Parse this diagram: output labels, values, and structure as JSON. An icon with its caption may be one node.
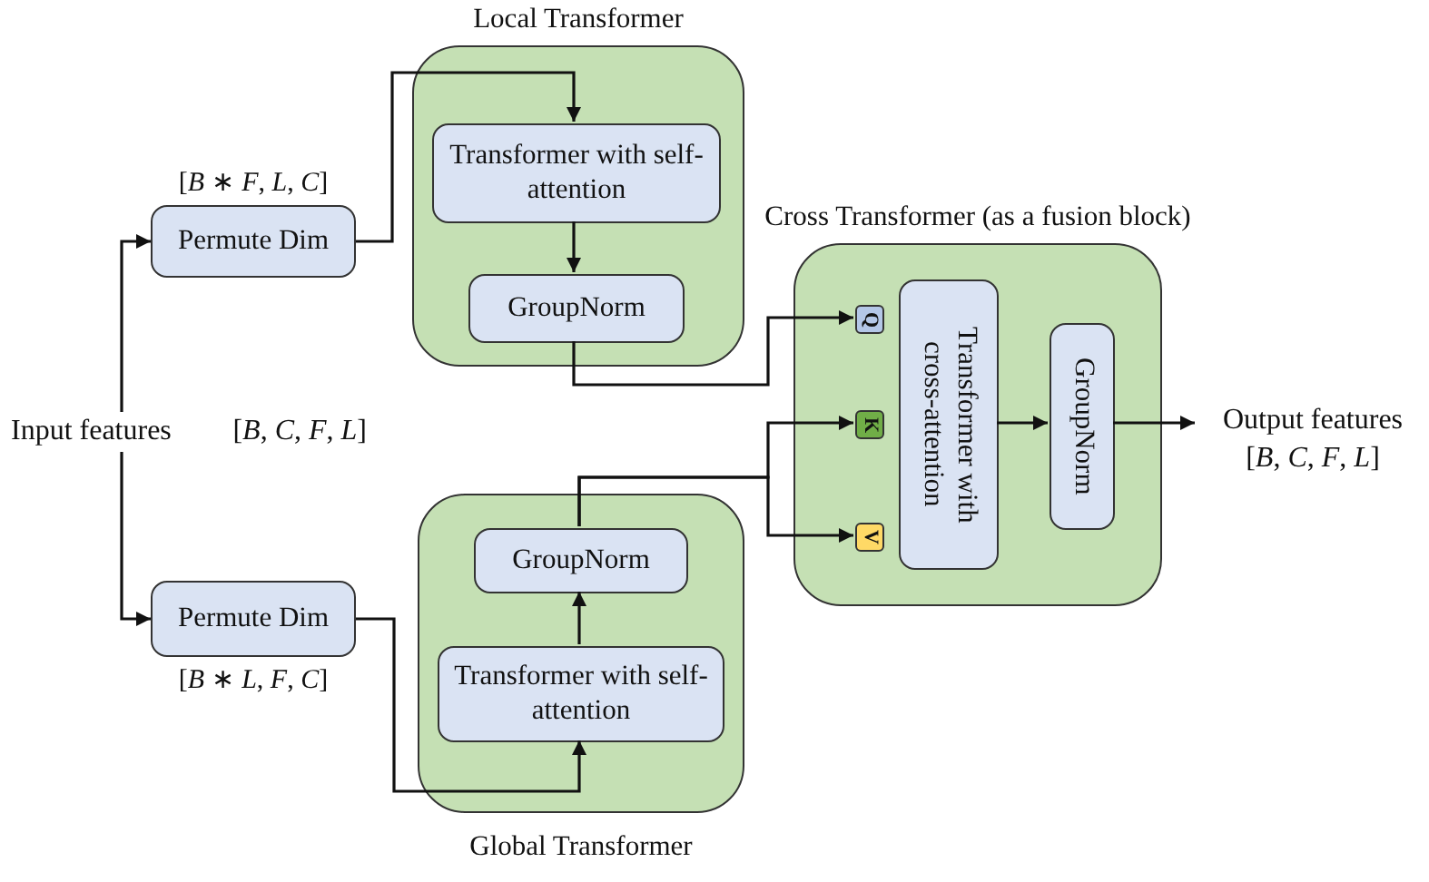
{
  "diagram": {
    "nodes": [
      {
        "text": [
          "Input features",
          "[*B*, *C*, *F*, *L*]"
        ]
      },
      {
        "text": [
          "Permute Dim"
        ],
        "beside": [
          "[*B* ∗ *F*, *L*, *C*]"
        ]
      },
      {
        "text": [
          "Local Transformer"
        ]
      },
      {
        "text": [
          "Transformer with self-attention"
        ],
        "in": 2
      },
      {
        "text": [
          "GroupNorm"
        ],
        "in": 2
      },
      {
        "text": [
          "Permute Dim"
        ],
        "beside": [
          "[*B* ∗ *L*, *F*, *C*]"
        ]
      },
      {
        "text": [
          "Global Transformer"
        ]
      },
      {
        "text": [
          "GroupNorm"
        ],
        "in": 6
      },
      {
        "text": [
          "Transformer with self-attention"
        ],
        "in": 6
      },
      {
        "text": [
          "Cross Transformer (as a fusion block)"
        ]
      },
      {
        "text": [
          "Q"
        ],
        "in": 9
      },
      {
        "text": [
          "K"
        ],
        "in": 9
      },
      {
        "text": [
          "V"
        ],
        "in": 9
      },
      {
        "text": [
          "Transformer with cross-attention"
        ],
        "in": 9
      },
      {
        "text": [
          "GroupNorm"
        ],
        "in": 9
      },
      {
        "text": [
          "Output features",
          "[*B*, *C*, *F*, *L*]"
        ]
      }
    ],
    "edges": [
      {
        "from": 0,
        "to": 1,
        "arrow": "to"
      },
      {
        "from": 0,
        "to": 5,
        "arrow": "to"
      },
      {
        "from": 1,
        "to": 3,
        "arrow": "to"
      },
      {
        "from": 3,
        "to": 4,
        "arrow": "to"
      },
      {
        "from": 4,
        "to": 10,
        "arrow": "to"
      },
      {
        "from": 5,
        "to": 8,
        "arrow": "to"
      },
      {
        "from": 8,
        "to": 7,
        "arrow": "to"
      },
      {
        "from": 7,
        "to": 11,
        "arrow": "to"
      },
      {
        "from": 7,
        "to": 12,
        "arrow": "to"
      },
      {
        "from": 13,
        "to": 14,
        "arrow": "to"
      },
      {
        "from": 14,
        "to": 15,
        "arrow": "to"
      }
    ]
  }
}
